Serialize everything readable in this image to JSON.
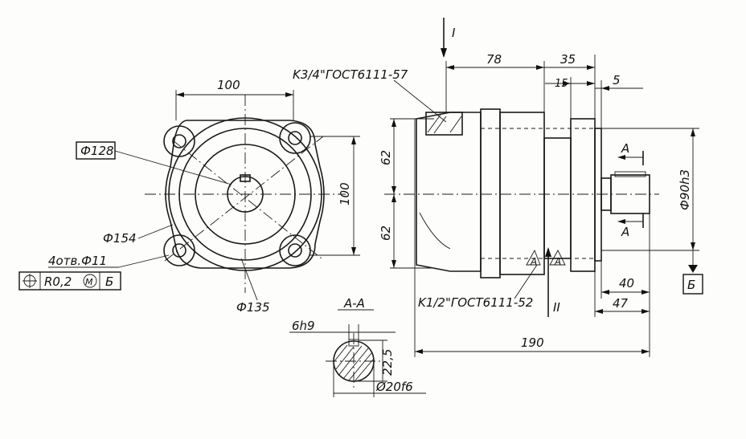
{
  "front_view": {
    "dim_width": "100",
    "dim_height": "100",
    "dia_128": "Ф128",
    "dia_154": "Ф154",
    "dia_135": "Ф135",
    "holes": "4отв.Ф11",
    "tolerance": {
      "symbol": "position-symbol",
      "value": "R0,2",
      "modifier": "M",
      "datum": "Б"
    }
  },
  "side_view": {
    "view_arrow_top": "I",
    "view_arrow_bottom": "II",
    "port_top": "K3/4\"ГОСТ6111-57",
    "port_bottom": "K1/2\"ГОСТ6111-52",
    "dim_78": "78",
    "dim_35": "35",
    "dim_15": "15",
    "dim_5": "5",
    "dim_62_top": "62",
    "dim_62_bottom": "62",
    "dim_shaft_dia": "Ф90h3",
    "dim_40": "40",
    "dim_47": "47",
    "dim_190": "190",
    "section_mark_top": "A",
    "section_mark_bottom": "A",
    "section_mark_face_top": "A",
    "section_mark_face_bottom": "A",
    "datum_label": "Б"
  },
  "section": {
    "title": "A-A",
    "key_width": "6h9",
    "depth": "22,5",
    "shaft_dia": "Ø20f6"
  }
}
